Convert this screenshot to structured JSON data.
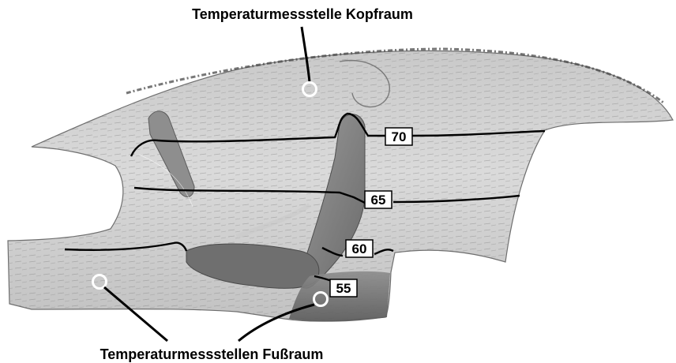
{
  "labels": {
    "head_measurement": "Temperaturmessstelle Kopfraum",
    "foot_measurement": "Temperaturmessstellen Fußraum"
  },
  "isolines": [
    {
      "value": "70"
    },
    {
      "value": "65"
    },
    {
      "value": "60"
    },
    {
      "value": "55"
    }
  ],
  "colors": {
    "cabin_light": "#d6d6d6",
    "cabin_mid": "#b4b4b4",
    "cabin_dark": "#6e6e6e",
    "seat": "#8a8a8a",
    "isoline": "#000000",
    "marker": "#ffffff"
  },
  "icons": {
    "measurement_point": "circle-marker-icon"
  }
}
